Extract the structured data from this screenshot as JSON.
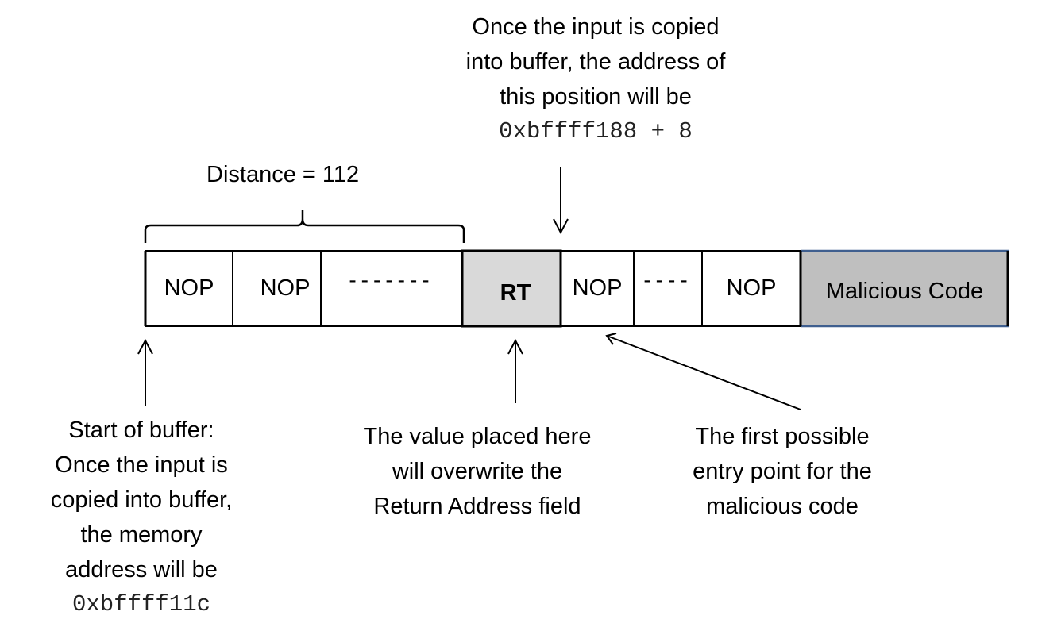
{
  "top_note": {
    "line1": "Once the input is copied",
    "line2": "into buffer, the address of",
    "line3": "this position will be",
    "address": "0xbffff188 + 8"
  },
  "distance_label": "Distance = 112",
  "cells": {
    "nop1": "NOP",
    "nop2": "NOP",
    "dashes1": "-------",
    "rt": "RT",
    "nop3": "NOP",
    "dashes2": "----",
    "nop4": "NOP",
    "malicious": "Malicious Code"
  },
  "left_note": {
    "line1": "Start of buffer:",
    "line2": "Once the input is",
    "line3": "copied into buffer,",
    "line4": "the memory",
    "line5": "address will be",
    "address": "0xbffff11c"
  },
  "middle_note": {
    "line1": "The value placed here",
    "line2": "will overwrite the",
    "line3": "Return Address field"
  },
  "right_note": {
    "line1": "The first possible",
    "line2": "entry point for the",
    "line3": "malicious code"
  },
  "colors": {
    "rt_fill": "#d9d9d9",
    "malicious_fill": "#bfbfbf",
    "malicious_edge": "#3f5f8f"
  }
}
